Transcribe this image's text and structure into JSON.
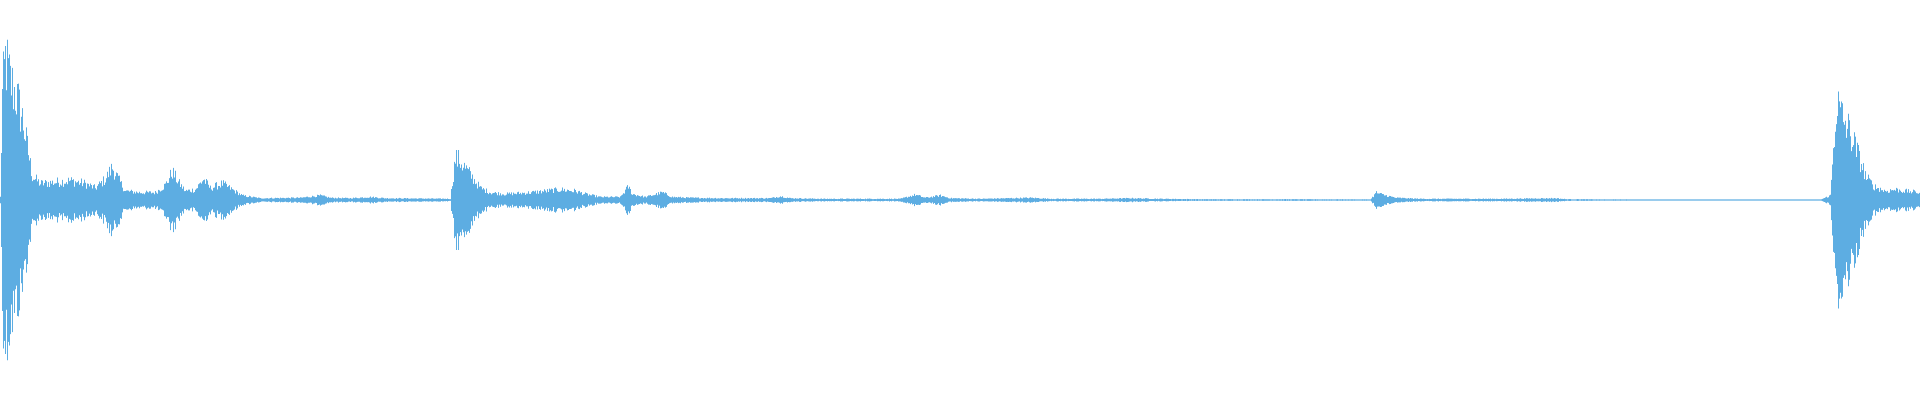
{
  "waveform": {
    "color": "#5dade2",
    "background": "#ffffff",
    "amplitude_envelope": [
      [
        0,
        0.02
      ],
      [
        2,
        0.7
      ],
      [
        5,
        0.95
      ],
      [
        10,
        0.8
      ],
      [
        16,
        0.7
      ],
      [
        22,
        0.55
      ],
      [
        28,
        0.32
      ],
      [
        32,
        0.16
      ],
      [
        40,
        0.11
      ],
      [
        55,
        0.12
      ],
      [
        70,
        0.13
      ],
      [
        85,
        0.11
      ],
      [
        95,
        0.08
      ],
      [
        105,
        0.14
      ],
      [
        112,
        0.22
      ],
      [
        118,
        0.14
      ],
      [
        125,
        0.06
      ],
      [
        140,
        0.05
      ],
      [
        155,
        0.05
      ],
      [
        165,
        0.1
      ],
      [
        172,
        0.19
      ],
      [
        178,
        0.12
      ],
      [
        185,
        0.06
      ],
      [
        195,
        0.07
      ],
      [
        203,
        0.14
      ],
      [
        210,
        0.08
      ],
      [
        222,
        0.11
      ],
      [
        232,
        0.07
      ],
      [
        242,
        0.03
      ],
      [
        260,
        0.012
      ],
      [
        300,
        0.015
      ],
      [
        320,
        0.03
      ],
      [
        330,
        0.015
      ],
      [
        350,
        0.012
      ],
      [
        370,
        0.02
      ],
      [
        385,
        0.012
      ],
      [
        420,
        0.01
      ],
      [
        450,
        0.008
      ],
      [
        455,
        0.28
      ],
      [
        460,
        0.26
      ],
      [
        470,
        0.17
      ],
      [
        480,
        0.08
      ],
      [
        490,
        0.05
      ],
      [
        505,
        0.04
      ],
      [
        530,
        0.05
      ],
      [
        545,
        0.06
      ],
      [
        560,
        0.07
      ],
      [
        575,
        0.06
      ],
      [
        585,
        0.04
      ],
      [
        600,
        0.02
      ],
      [
        620,
        0.02
      ],
      [
        628,
        0.09
      ],
      [
        632,
        0.04
      ],
      [
        645,
        0.02
      ],
      [
        662,
        0.05
      ],
      [
        672,
        0.02
      ],
      [
        690,
        0.015
      ],
      [
        720,
        0.012
      ],
      [
        770,
        0.012
      ],
      [
        780,
        0.025
      ],
      [
        790,
        0.012
      ],
      [
        820,
        0.008
      ],
      [
        900,
        0.008
      ],
      [
        915,
        0.035
      ],
      [
        925,
        0.015
      ],
      [
        940,
        0.03
      ],
      [
        950,
        0.012
      ],
      [
        980,
        0.008
      ],
      [
        1010,
        0.012
      ],
      [
        1030,
        0.015
      ],
      [
        1050,
        0.008
      ],
      [
        1100,
        0.008
      ],
      [
        1130,
        0.012
      ],
      [
        1160,
        0.008
      ],
      [
        1200,
        0.005
      ],
      [
        1300,
        0.005
      ],
      [
        1370,
        0.004
      ],
      [
        1376,
        0.05
      ],
      [
        1380,
        0.04
      ],
      [
        1395,
        0.015
      ],
      [
        1420,
        0.008
      ],
      [
        1460,
        0.008
      ],
      [
        1500,
        0.008
      ],
      [
        1555,
        0.012
      ],
      [
        1565,
        0.006
      ],
      [
        1600,
        0.004
      ],
      [
        1700,
        0.003
      ],
      [
        1760,
        0.002
      ],
      [
        1820,
        0.002
      ],
      [
        1830,
        0.03
      ],
      [
        1836,
        0.65
      ],
      [
        1842,
        0.55
      ],
      [
        1850,
        0.45
      ],
      [
        1858,
        0.3
      ],
      [
        1866,
        0.15
      ],
      [
        1874,
        0.09
      ],
      [
        1885,
        0.06
      ],
      [
        1895,
        0.07
      ],
      [
        1905,
        0.06
      ],
      [
        1920,
        0.05
      ]
    ]
  }
}
